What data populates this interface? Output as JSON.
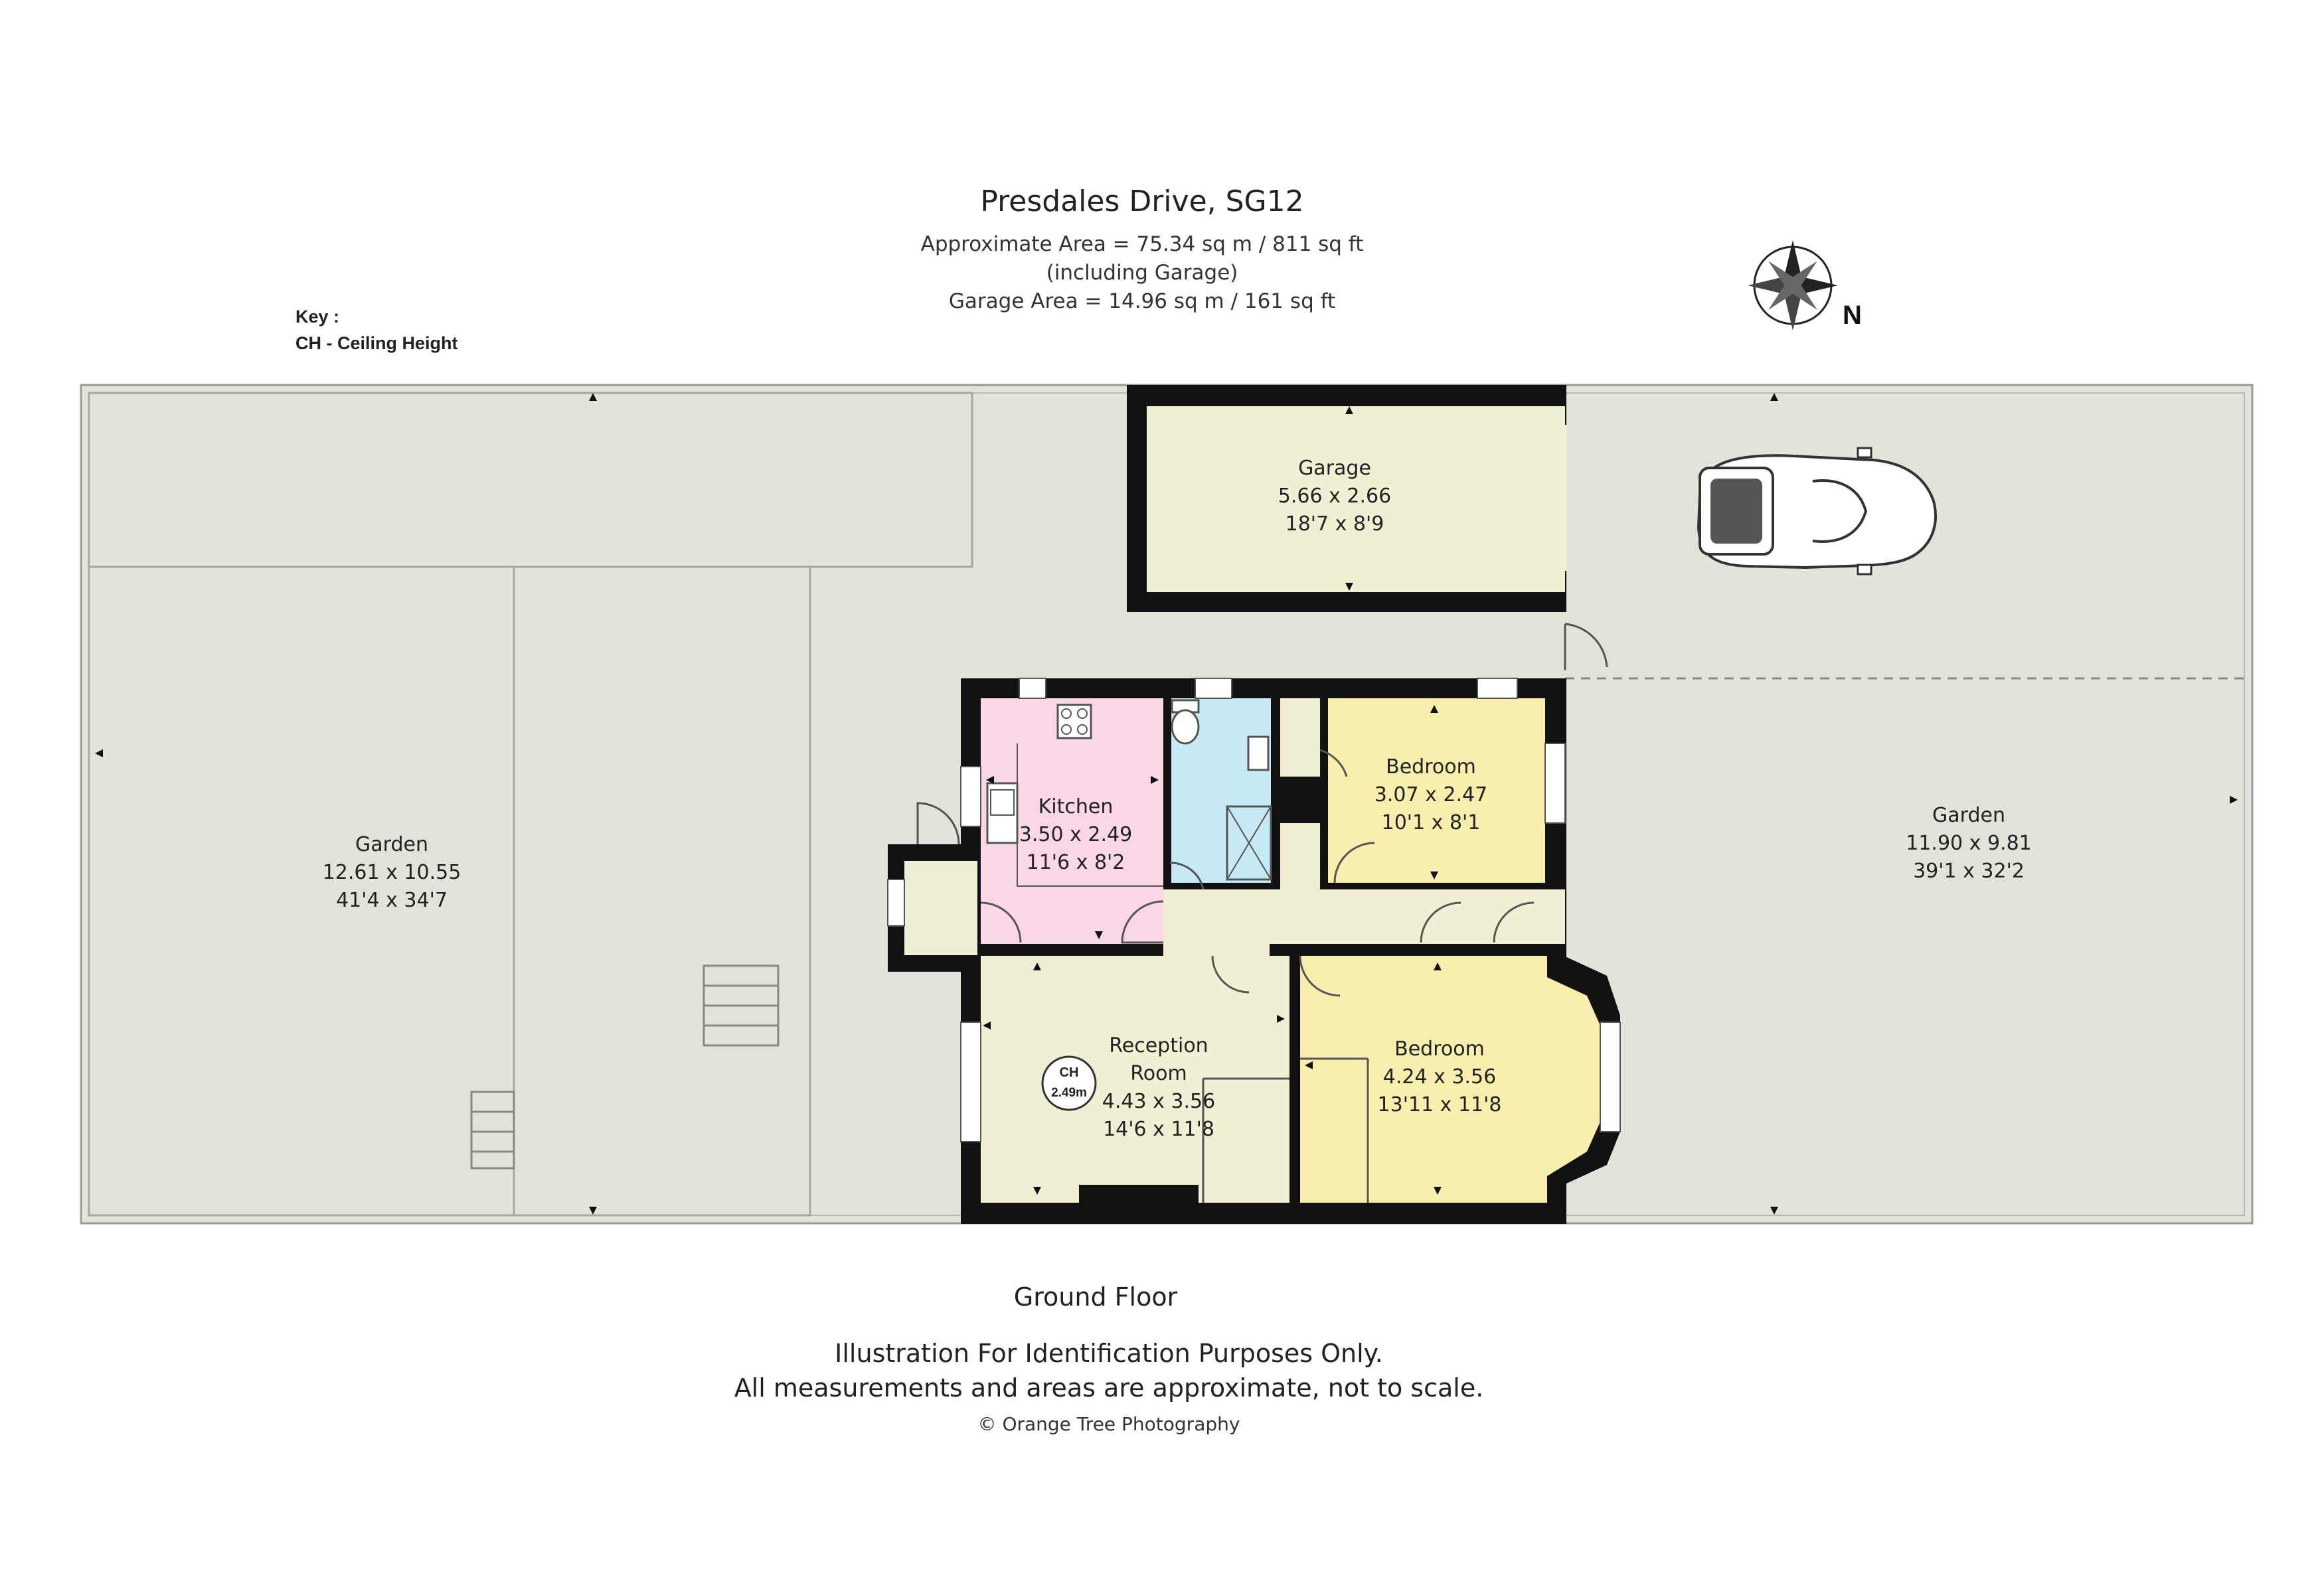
{
  "header": {
    "title": "Presdales Drive, SG12",
    "area_line": "Approximate Area =  75.34 sq m / 811 sq ft",
    "area_note": "(including Garage)",
    "garage_line": "Garage Area =  14.96 sq m / 161 sq ft"
  },
  "key": {
    "heading": "Key :",
    "item": "CH - Ceiling Height"
  },
  "compass": {
    "label": "N"
  },
  "rooms": {
    "garage": {
      "name": "Garage",
      "metric": "5.66 x 2.66",
      "imperial": "18'7 x 8'9"
    },
    "garden_left": {
      "name": "Garden",
      "metric": "12.61 x 10.55",
      "imperial": "41'4 x 34'7"
    },
    "garden_right": {
      "name": "Garden",
      "metric": "11.90 x 9.81",
      "imperial": "39'1 x 32'2"
    },
    "kitchen": {
      "name": "Kitchen",
      "metric": "3.50 x 2.49",
      "imperial": "11'6 x 8'2"
    },
    "bedroom_1": {
      "name": "Bedroom",
      "metric": "3.07 x 2.47",
      "imperial": "10'1 x 8'1"
    },
    "reception": {
      "name_1": "Reception",
      "name_2": "Room",
      "metric": "4.43 x 3.56",
      "imperial": "14'6 x 11'8"
    },
    "bedroom_2": {
      "name": "Bedroom",
      "metric": "4.24 x 3.56",
      "imperial": "13'11 x 11'8"
    }
  },
  "ceiling": {
    "label": "CH",
    "value": "2.49m"
  },
  "footer": {
    "floor": "Ground Floor",
    "disclaimer_1": "Illustration For Identification Purposes Only.",
    "disclaimer_2": "All measurements and areas are approximate, not to scale.",
    "copyright": "© Orange Tree Photography"
  },
  "colors": {
    "garden": "#e4e3da",
    "garage": "#f2f0d4",
    "kitchen": "#fad7e6",
    "bathroom": "#c5eaf3",
    "bedroom": "#f8eeae",
    "reception": "#f2f0d4",
    "hall": "#f2f0d4",
    "wall": "#111111"
  }
}
